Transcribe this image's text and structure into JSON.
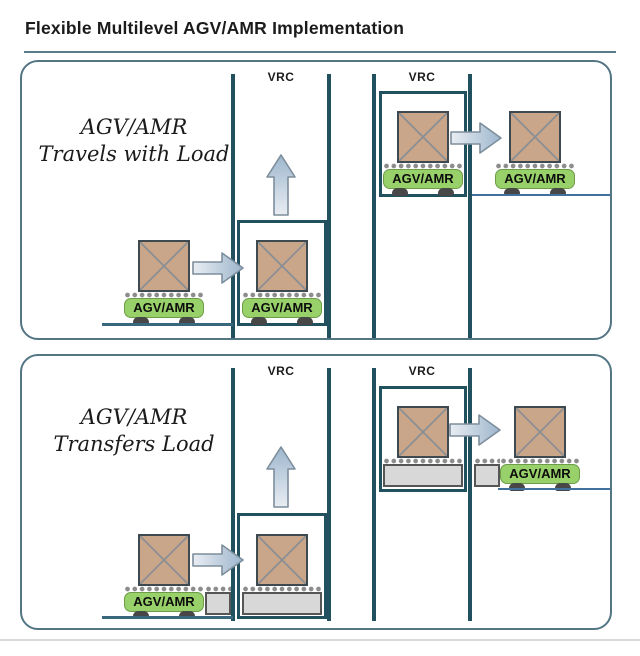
{
  "title": "Flexible Multilevel AGV/AMR Implementation",
  "shared": {
    "vrc_label": "VRC",
    "agv_label": "AGV/AMR"
  },
  "panels": [
    {
      "caption": [
        "AGV/AMR",
        "Travels with Load"
      ]
    },
    {
      "caption": [
        "AGV/AMR",
        "Transfers Load"
      ]
    }
  ],
  "colors": {
    "text": "#1b1b1b",
    "teal": "#21505f",
    "panel_border": "#537684",
    "crate": "#c9a68a",
    "crate_border": "#3f4a50",
    "crate_x": "#8b8f93",
    "green": "#98d069",
    "green_border": "#6d9c48",
    "platform": "#d8d8d8",
    "platform_border": "#565656",
    "dots": "#8c8c8c",
    "wheel": "#474747",
    "arrow_light": "#e9edf3",
    "arrow_dark": "#9db6cd",
    "arrow_border": "#7d8e9c",
    "floor_lower": "#39677e",
    "floor_upper": "#41719c",
    "underline": "#5b7d8b",
    "separator": "#d9d9d9"
  }
}
